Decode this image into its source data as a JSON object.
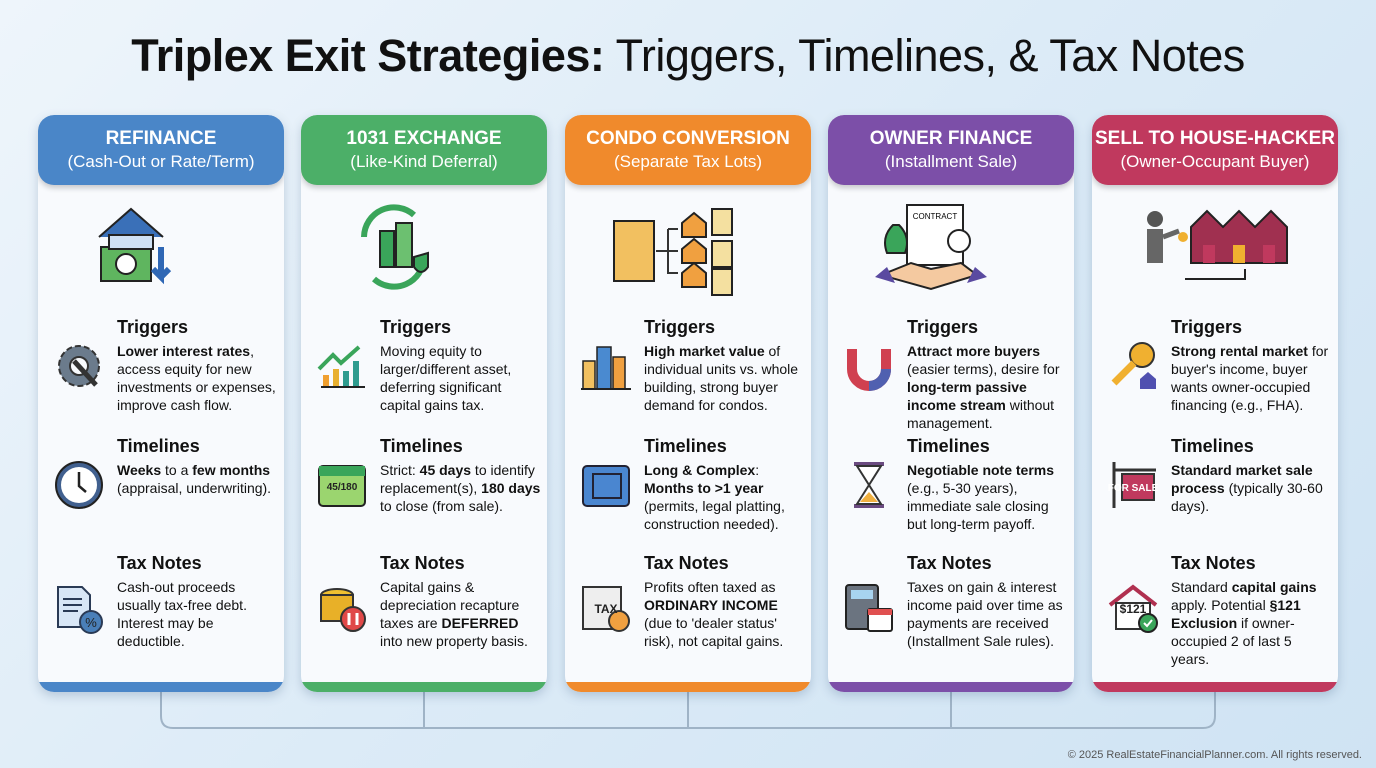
{
  "title": {
    "bold": "Triplex Exit Strategies:",
    "rest": " Triggers, Timelines, & Tax Notes"
  },
  "footer": "© 2025 RealEstateFinancialPlanner.com. All rights reserved.",
  "section_labels": [
    "Triggers",
    "Timelines",
    "Tax Notes"
  ],
  "cards": [
    {
      "name": "refinance",
      "color": "#4a86c8",
      "header": "REFINANCE",
      "sub": "(Cash-Out or Rate/Term)",
      "illustration": "house-cash-arrow-icon",
      "sections": [
        {
          "icon": "gear-wrench-icon",
          "text": [
            {
              "t": "Lower interest rates",
              "b": true
            },
            {
              "t": ", access equity for new investments or expenses, improve cash flow."
            }
          ]
        },
        {
          "icon": "clock-icon",
          "text": [
            {
              "t": "Weeks",
              "b": true
            },
            {
              "t": " to a "
            },
            {
              "t": "few months",
              "b": true
            },
            {
              "t": " (appraisal, underwriting)."
            }
          ]
        },
        {
          "icon": "document-percent-icon",
          "text": [
            {
              "t": "Cash-out proceeds usually tax-free debt. Interest may be deductible."
            }
          ]
        }
      ]
    },
    {
      "name": "1031-exchange",
      "color": "#4caf68",
      "header": "1031 EXCHANGE",
      "sub": "(Like-Kind Deferral)",
      "illustration": "exchange-cycle-icon",
      "sections": [
        {
          "icon": "growth-chart-icon",
          "text": [
            {
              "t": "Moving equity to larger/different asset, deferring significant capital gains tax."
            }
          ]
        },
        {
          "icon": "calendar-icon",
          "icon_text": "45/180",
          "text": [
            {
              "t": "Strict: "
            },
            {
              "t": "45 days",
              "b": true
            },
            {
              "t": " to identify replacement(s), "
            },
            {
              "t": "180 days",
              "b": true
            },
            {
              "t": " to close (from sale)."
            }
          ]
        },
        {
          "icon": "coins-pause-icon",
          "text": [
            {
              "t": "Capital gains & depreciation recapture taxes are "
            },
            {
              "t": "DEFERRED",
              "b": true
            },
            {
              "t": " into new property basis."
            }
          ]
        }
      ]
    },
    {
      "name": "condo-conversion",
      "color": "#f08a2c",
      "header": "CONDO CONVERSION",
      "sub": "(Separate Tax Lots)",
      "illustration": "building-split-icon",
      "sections": [
        {
          "icon": "city-buildings-icon",
          "text": [
            {
              "t": "High market value",
              "b": true
            },
            {
              "t": " of individual units vs. whole building, strong buyer demand for condos."
            }
          ]
        },
        {
          "icon": "blueprint-icon",
          "text": [
            {
              "t": "Long & Complex",
              "b": true
            },
            {
              "t": ": "
            },
            {
              "t": "Months to >1 year",
              "b": true
            },
            {
              "t": " (permits, legal platting, construction needed)."
            }
          ]
        },
        {
          "icon": "tax-form-icon",
          "icon_text": "TAX",
          "text": [
            {
              "t": "Profits often taxed as "
            },
            {
              "t": "ORDINARY INCOME",
              "b": true
            },
            {
              "t": " (due to 'dealer status' risk), not capital gains."
            }
          ]
        }
      ]
    },
    {
      "name": "owner-finance",
      "color": "#7c4fa8",
      "header": "OWNER FINANCE",
      "sub": "(Installment Sale)",
      "illustration": "handshake-contract-icon",
      "illustration_text": "CONTRACT",
      "sections": [
        {
          "icon": "magnet-icon",
          "text": [
            {
              "t": "Attract more buyers",
              "b": true
            },
            {
              "t": " (easier terms), desire for "
            },
            {
              "t": "long-term passive income stream",
              "b": true
            },
            {
              "t": " without management."
            }
          ]
        },
        {
          "icon": "hourglass-icon",
          "text": [
            {
              "t": "Negotiable note terms",
              "b": true
            },
            {
              "t": " (e.g., 5-30 years), immediate sale closing but long-term payoff."
            }
          ]
        },
        {
          "icon": "calculator-calendar-icon",
          "text": [
            {
              "t": "Taxes on gain & interest income paid over time as payments are received (Installment Sale rules)."
            }
          ]
        }
      ]
    },
    {
      "name": "sell-to-house-hacker",
      "color": "#c0395e",
      "header": "SELL TO HOUSE-HACKER",
      "sub": "(Owner-Occupant Buyer)",
      "illustration": "person-keys-triplex-icon",
      "sections": [
        {
          "icon": "key-house-icon",
          "text": [
            {
              "t": "Strong rental market",
              "b": true
            },
            {
              "t": " for buyer's income, buyer wants owner-occupied financing (e.g., FHA)."
            }
          ]
        },
        {
          "icon": "for-sale-sign-icon",
          "icon_text": "FOR SALE",
          "text": [
            {
              "t": "Standard market sale process",
              "b": true
            },
            {
              "t": " (typically 30-60 days)."
            }
          ]
        },
        {
          "icon": "house-check-icon",
          "icon_text": "$121",
          "text": [
            {
              "t": "Standard "
            },
            {
              "t": "capital gains",
              "b": true
            },
            {
              "t": " apply. Potential "
            },
            {
              "t": "§121 Exclusion",
              "b": true
            },
            {
              "t": " if owner-occupied 2 of last 5 years."
            }
          ]
        }
      ]
    }
  ]
}
